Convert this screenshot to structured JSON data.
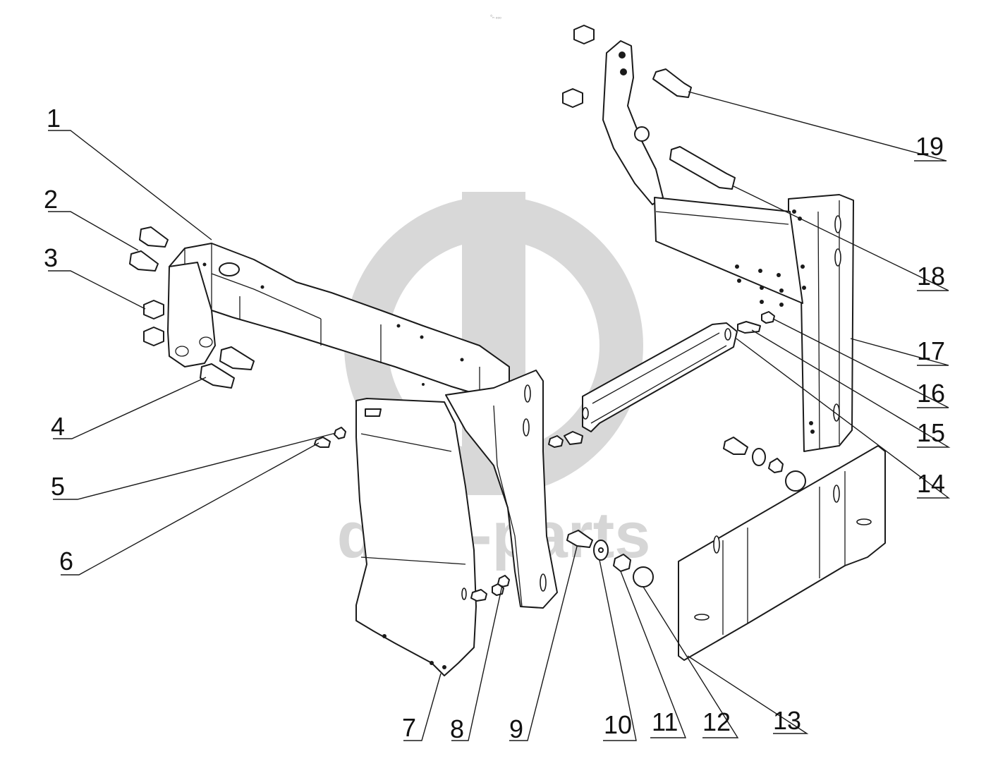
{
  "watermark": {
    "text": "data-parts",
    "color": "#d6d6d6",
    "icon": "data-parts-logo-icon"
  },
  "top_mark": "⁰ₙ ₒₒₒ",
  "callouts": [
    {
      "id": "1",
      "label": "1"
    },
    {
      "id": "2",
      "label": "2"
    },
    {
      "id": "3",
      "label": "3"
    },
    {
      "id": "4",
      "label": "4"
    },
    {
      "id": "5",
      "label": "5"
    },
    {
      "id": "6",
      "label": "6"
    },
    {
      "id": "7",
      "label": "7"
    },
    {
      "id": "8",
      "label": "8"
    },
    {
      "id": "9",
      "label": "9"
    },
    {
      "id": "10",
      "label": "10"
    },
    {
      "id": "11",
      "label": "11"
    },
    {
      "id": "12",
      "label": "12"
    },
    {
      "id": "13",
      "label": "13"
    },
    {
      "id": "14",
      "label": "14"
    },
    {
      "id": "15",
      "label": "15"
    },
    {
      "id": "16",
      "label": "16"
    },
    {
      "id": "17",
      "label": "17"
    },
    {
      "id": "18",
      "label": "18"
    },
    {
      "id": "19",
      "label": "19"
    }
  ]
}
